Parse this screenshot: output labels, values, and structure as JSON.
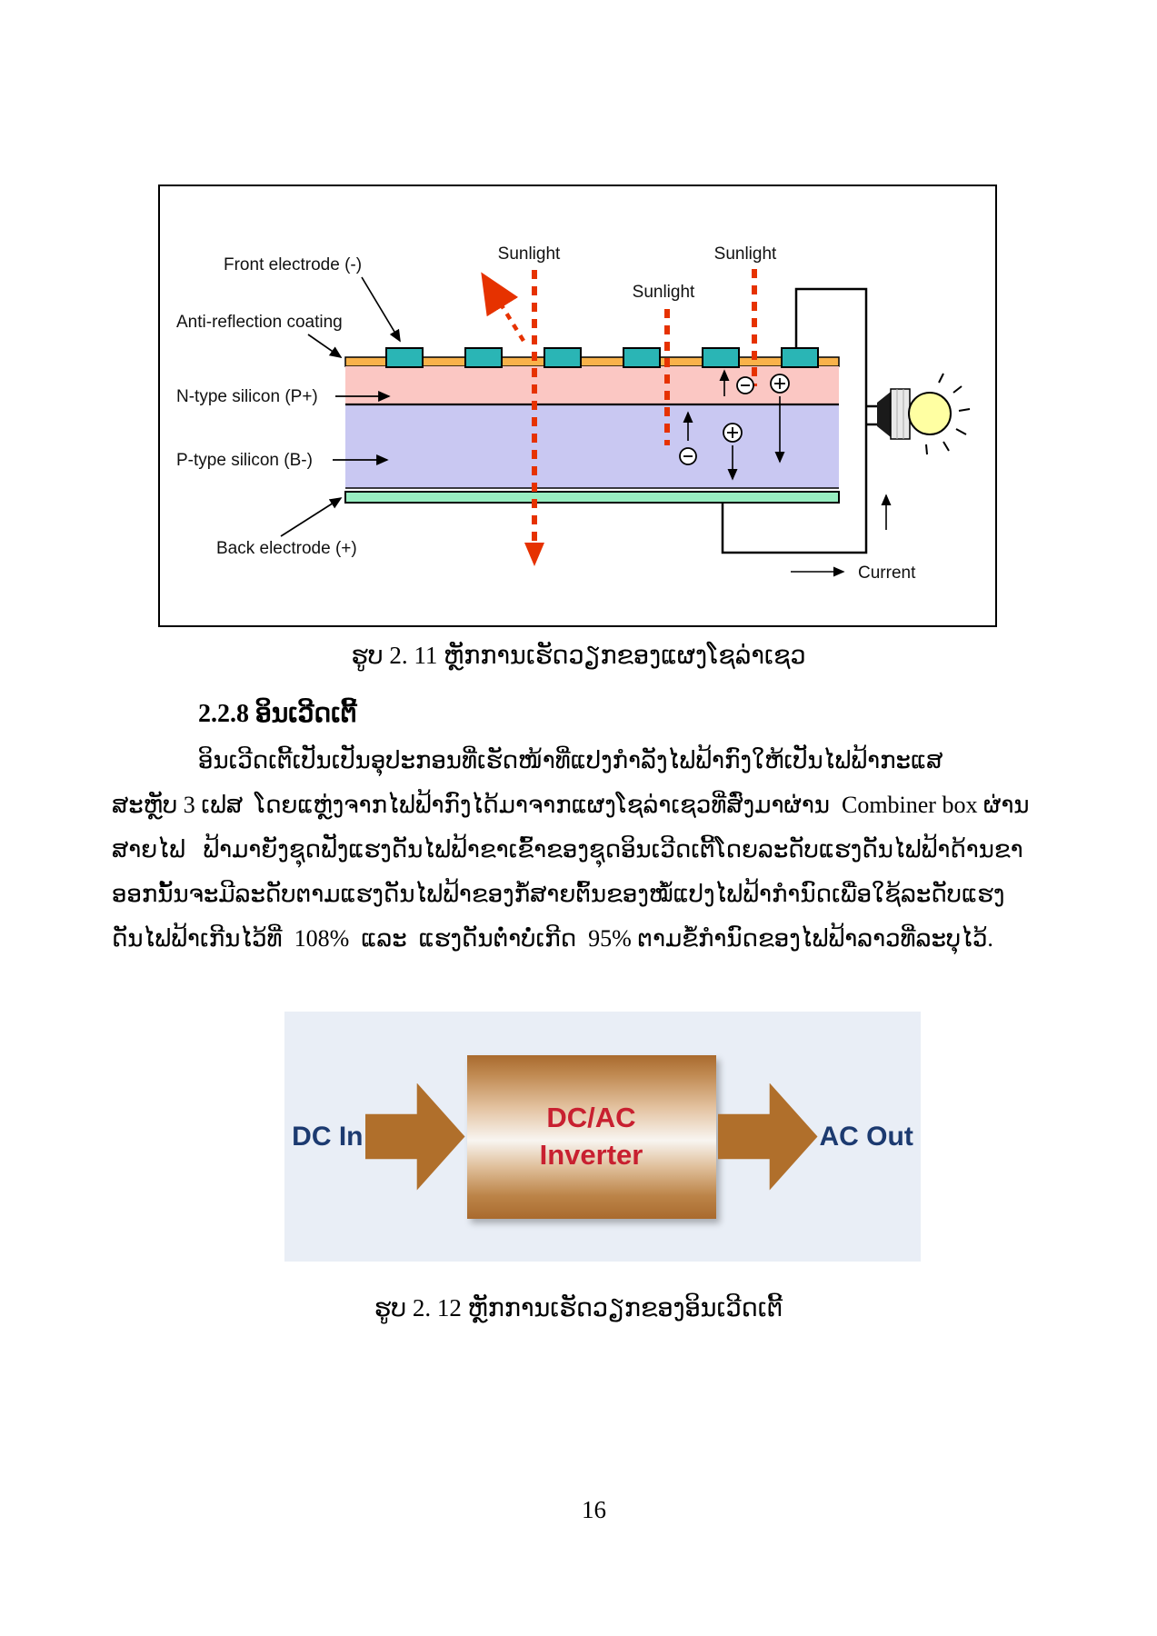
{
  "page": {
    "number": "16"
  },
  "figure1": {
    "labels": {
      "front_electrode": "Front electrode (-)",
      "anti_reflection": "Anti-reflection coating",
      "n_type": "N-type silicon (P+)",
      "p_type": "P-type silicon (B-)",
      "back_electrode": "Back electrode (+)",
      "sunlight": "Sunlight",
      "current": "Current"
    },
    "colors": {
      "electrode_teal": "#2ab5b5",
      "coating_orange": "#f9b24a",
      "n_layer_pink": "#fbc7c3",
      "p_layer_purple": "#c9c8f2",
      "back_green": "#98eec1",
      "sunlight_red": "#e63200",
      "bulb_yellow": "#ffffa2"
    },
    "caption": "ຮູບ 2. 11 ຫຼັກການເຮັດວຽກຂອງແຜງໂຊລ່າເຊວ"
  },
  "section": {
    "heading": "2.2.8 ອິນເວີດເຕີ້",
    "paragraph_lines": [
      "ອິນເວີດເຕີ້ເປັນເປັນອຸປະກອນທີ່ເຮັດໜ້າທີ່ແປງກຳລັງໄຟຟ້າກົງໃຫ້ເປັນໄຟຟ້າກະແສ",
      "ສະຫຼັບ 3 ເຟສ  ໂດຍແຫຼ່ງຈາກໄຟຟ້າກົງໄດ້ມາຈາກແຜງໂຊລ່າເຊວທີ່ສົ່ງມາຜ່ານ  Combiner box ຜ່ານ",
      "ສາຍໄຟ   ຟ້າມາຍັງຊຸດຟັງແຮງດັນໄຟຟ້າຂາເຂົ້າຂອງຊຸດອິນເວີດເຕີ້ໂດຍລະດັບແຮງດັນໄຟຟ້າດ້ານຂາ",
      "ອອກນັ້ນຈະມີລະດັບຕາມແຮງດັນໄຟຟ້າຂອງກໍ້ສາຍຕົ້ນຂອງໝໍ້ແປງໄຟຟ້າກຳນົດເພື່ອໃຊ້ລະດັບແຮງ",
      "ດັນໄຟຟ້າເກີນໄວ້ທີ່  108%  ແລະ  ແຮງດັນຕ່ຳບໍ່ເກີດ  95% ຕາມຂໍ້ກຳນົດຂອງໄຟຟ້າລາວທີ່ລະບຸໄວ້."
    ]
  },
  "figure2": {
    "dc_in": "DC In",
    "box_line1": "DC/AC",
    "box_line2": "Inverter",
    "ac_out": "AC Out",
    "caption": "ຮູບ  2. 12  ຫຼັກການເຮັດວຽກຂອງອິນເວີດເຕີ້",
    "colors": {
      "arrow_brown": "#b06f2b",
      "label_navy": "#1c3a70",
      "inverter_red": "#c82030",
      "panel_bg": "#e9eef6"
    }
  }
}
